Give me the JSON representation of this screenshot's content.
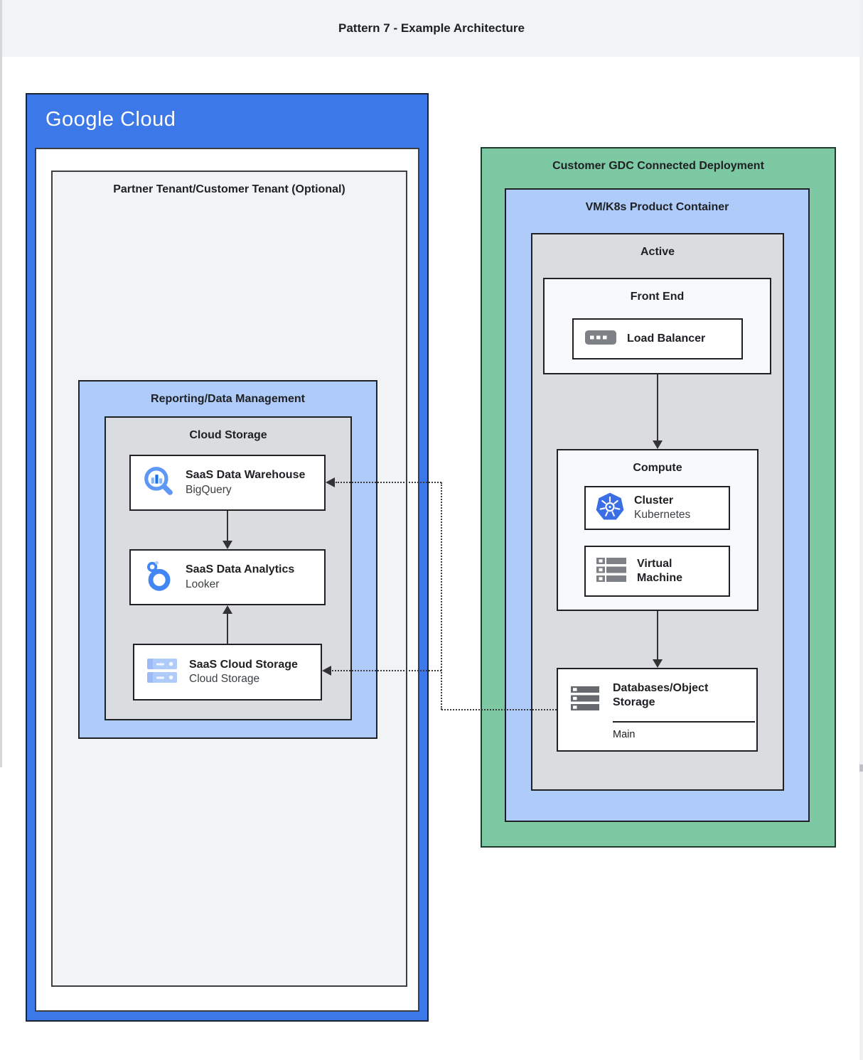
{
  "header": {
    "title": "Pattern 7 - Example Architecture"
  },
  "google_cloud": {
    "logo_text": "Google Cloud",
    "partner_tenant": {
      "title": "Partner Tenant/Customer Tenant (Optional)"
    },
    "reporting": {
      "title": "Reporting/Data Management",
      "cloud_storage_group": {
        "title": "Cloud Storage",
        "cards": [
          {
            "title": "SaaS Data Warehouse",
            "subtitle": "BigQuery",
            "icon": "bigquery-icon"
          },
          {
            "title": "SaaS Data Analytics",
            "subtitle": "Looker",
            "icon": "looker-icon"
          },
          {
            "title": "SaaS Cloud Storage",
            "subtitle": "Cloud Storage",
            "icon": "cloud-storage-icon"
          }
        ]
      }
    }
  },
  "gdc": {
    "title": "Customer GDC Connected Deployment",
    "vmk8s": {
      "title": "VM/K8s Product Container",
      "active": {
        "title": "Active",
        "front_end": {
          "title": "Front End",
          "load_balancer": {
            "label": "Load Balancer",
            "icon": "load-balancer-icon"
          }
        },
        "compute": {
          "title": "Compute",
          "cluster": {
            "title": "Cluster",
            "subtitle": "Kubernetes",
            "icon": "kubernetes-icon"
          },
          "virtual_machine": {
            "title": "Virtual Machine",
            "icon": "virtual-machine-icon"
          }
        },
        "databases": {
          "title": "Databases/Object Storage",
          "note": "Main",
          "icon": "databases-icon"
        }
      }
    }
  },
  "colors": {
    "header_bg": "#f1f3f4",
    "google_blue": "#3c78e8",
    "light_blue_container": "#aecbfa",
    "green_container": "#7dc9a4",
    "gray_container": "#dadce0",
    "light_gray_container": "#f1f3f4",
    "subpanel_bg": "#f8f9fa",
    "border": "#202124",
    "icon_blue": "#4285f4",
    "icon_dark_blue": "#1a73e8",
    "icon_gray": "#7d8185"
  }
}
